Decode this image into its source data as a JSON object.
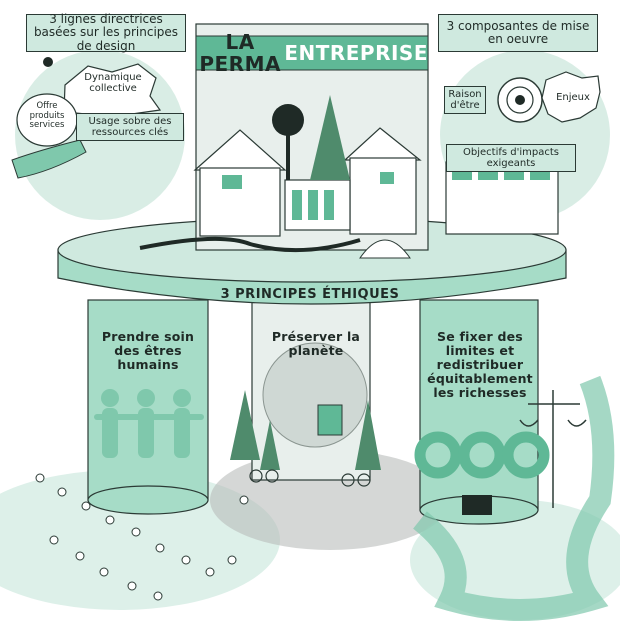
{
  "title": {
    "part1": "LA PERMA",
    "part2": "ENTREPRISE"
  },
  "top_left_box": "3 lignes directrices basées sur les principes de design",
  "top_right_box": "3 composantes de mise en oeuvre",
  "left_items": {
    "dynamique": "Dynamique collective",
    "usage": "Usage sobre des ressources clés",
    "offre": "Offre produits services"
  },
  "right_items": {
    "raison": "Raison d'être",
    "enjeux": "Enjeux",
    "objectifs": "Objectifs d'impacts exigeants"
  },
  "ethics_band": "3 PRINCIPES ÉTHIQUES",
  "pillars": [
    {
      "label": "Prendre soin des êtres humains"
    },
    {
      "label": "Préserver la planète"
    },
    {
      "label": "Se fixer des limites et redistribuer équitablement les richesses"
    }
  ],
  "colors": {
    "mint": "#a6dcc7",
    "mint_light": "#cfe9df",
    "mint_dark": "#5fb896",
    "ink": "#1f2a26",
    "shadow": "#b9bdbb"
  }
}
